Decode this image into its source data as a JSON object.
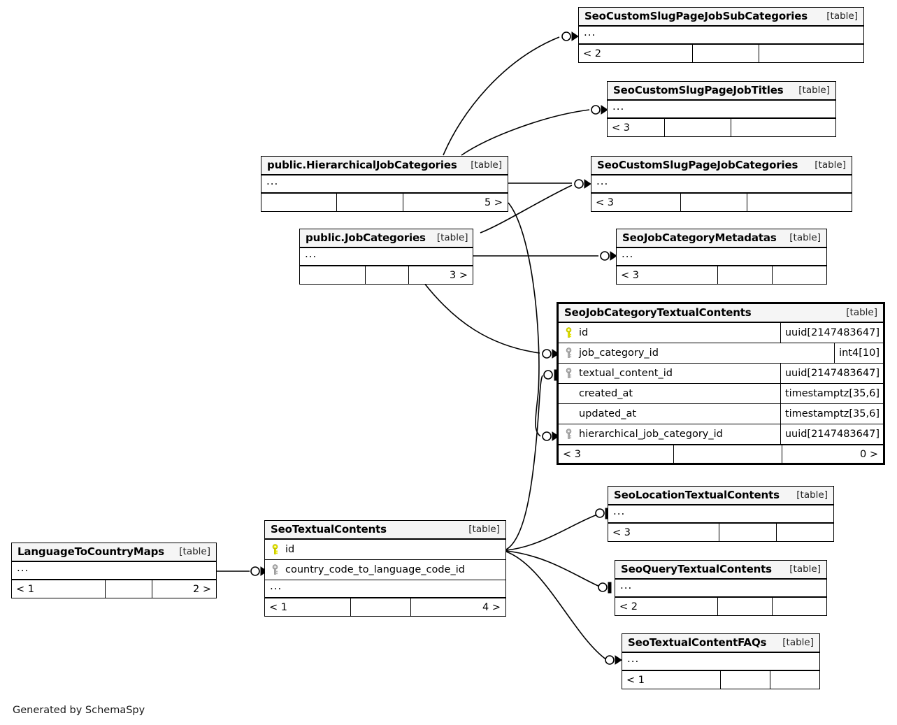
{
  "diagram": {
    "kind": "schemaspy-relationships",
    "credit": "Generated by SchemaSpy",
    "table_tag": "[table]",
    "ellipsis": "...",
    "colors": {
      "background": "#ffffff",
      "table_header_fill": "#f5f5f5",
      "border": "#000000",
      "primary_key_icon": "#e8e800",
      "foreign_key_icon": "#a9a9a9",
      "edge": "#000000"
    }
  },
  "tables": [
    {
      "id": "seo_custom_slug_page_job_sub_categories",
      "name": "SeoCustomSlugPageJobSubCategories",
      "tag": "[table]",
      "collapsed": true,
      "footer": {
        "left": "< 2",
        "middle": "",
        "right": ""
      }
    },
    {
      "id": "seo_custom_slug_page_job_titles",
      "name": "SeoCustomSlugPageJobTitles",
      "tag": "[table]",
      "collapsed": true,
      "footer": {
        "left": "< 3",
        "middle": "",
        "right": ""
      }
    },
    {
      "id": "public_hierarchical_job_categories",
      "name": "public.HierarchicalJobCategories",
      "tag": "[table]",
      "collapsed": true,
      "footer": {
        "left": "",
        "middle": "",
        "right": "5 >"
      }
    },
    {
      "id": "seo_custom_slug_page_job_categories",
      "name": "SeoCustomSlugPageJobCategories",
      "tag": "[table]",
      "collapsed": true,
      "footer": {
        "left": "< 3",
        "middle": "",
        "right": ""
      }
    },
    {
      "id": "public_job_categories",
      "name": "public.JobCategories",
      "tag": "[table]",
      "collapsed": true,
      "footer": {
        "left": "",
        "middle": "",
        "right": "3 >"
      }
    },
    {
      "id": "seo_job_category_metadatas",
      "name": "SeoJobCategoryMetadatas",
      "tag": "[table]",
      "collapsed": true,
      "footer": {
        "left": "< 3",
        "middle": "",
        "right": ""
      }
    },
    {
      "id": "seo_job_category_textual_contents",
      "name": "SeoJobCategoryTextualContents",
      "tag": "[table]",
      "collapsed": false,
      "focused": true,
      "columns": [
        {
          "key": "primary",
          "name": "id",
          "type": "uuid[2147483647]"
        },
        {
          "key": "foreign",
          "name": "job_category_id",
          "type": "int4[10]"
        },
        {
          "key": "foreign",
          "name": "textual_content_id",
          "type": "uuid[2147483647]"
        },
        {
          "key": "none",
          "name": "created_at",
          "type": "timestamptz[35,6]"
        },
        {
          "key": "none",
          "name": "updated_at",
          "type": "timestamptz[35,6]"
        },
        {
          "key": "foreign",
          "name": "hierarchical_job_category_id",
          "type": "uuid[2147483647]"
        }
      ],
      "footer": {
        "left": "< 3",
        "middle": "",
        "right": "0 >"
      }
    },
    {
      "id": "seo_location_textual_contents",
      "name": "SeoLocationTextualContents",
      "tag": "[table]",
      "collapsed": true,
      "footer": {
        "left": "< 3",
        "middle": "",
        "right": ""
      }
    },
    {
      "id": "seo_textual_contents",
      "name": "SeoTextualContents",
      "tag": "[table]",
      "collapsed": false,
      "columns": [
        {
          "key": "primary",
          "name": "id"
        },
        {
          "key": "foreign",
          "name": "country_code_to_language_code_id"
        }
      ],
      "has_ellipsis_row": true,
      "footer": {
        "left": "< 1",
        "middle": "",
        "right": "4 >"
      }
    },
    {
      "id": "seo_query_textual_contents",
      "name": "SeoQueryTextualContents",
      "tag": "[table]",
      "collapsed": true,
      "footer": {
        "left": "< 2",
        "middle": "",
        "right": ""
      }
    },
    {
      "id": "language_to_country_maps",
      "name": "LanguageToCountryMaps",
      "tag": "[table]",
      "collapsed": true,
      "footer": {
        "left": "< 1",
        "middle": "",
        "right": "2 >"
      }
    },
    {
      "id": "seo_textual_content_faqs",
      "name": "SeoTextualContentFAQs",
      "tag": "[table]",
      "collapsed": true,
      "footer": {
        "left": "< 1",
        "middle": "",
        "right": ""
      }
    }
  ],
  "relationships": [
    {
      "from": "public.HierarchicalJobCategories",
      "to": "SeoCustomSlugPageJobSubCategories",
      "cardinality": "zero-or-many"
    },
    {
      "from": "public.HierarchicalJobCategories",
      "to": "SeoCustomSlugPageJobTitles",
      "cardinality": "zero-or-many"
    },
    {
      "from": "public.HierarchicalJobCategories",
      "to": "SeoCustomSlugPageJobCategories",
      "cardinality": "zero-or-many"
    },
    {
      "from": "public.HierarchicalJobCategories",
      "to": "SeoJobCategoryTextualContents.hierarchical_job_category_id",
      "cardinality": "zero-or-many"
    },
    {
      "from": "public.JobCategories",
      "to": "SeoCustomSlugPageJobCategories",
      "cardinality": "zero-or-many"
    },
    {
      "from": "public.JobCategories",
      "to": "SeoJobCategoryMetadatas",
      "cardinality": "zero-or-many"
    },
    {
      "from": "public.JobCategories",
      "to": "SeoJobCategoryTextualContents.job_category_id",
      "cardinality": "zero-or-many"
    },
    {
      "from": "SeoTextualContents",
      "to": "SeoJobCategoryTextualContents.textual_content_id",
      "cardinality": "zero-or-one"
    },
    {
      "from": "SeoTextualContents",
      "to": "SeoLocationTextualContents",
      "cardinality": "zero-or-one"
    },
    {
      "from": "SeoTextualContents",
      "to": "SeoQueryTextualContents",
      "cardinality": "zero-or-one"
    },
    {
      "from": "SeoTextualContents",
      "to": "SeoTextualContentFAQs",
      "cardinality": "zero-or-many"
    },
    {
      "from": "LanguageToCountryMaps",
      "to": "SeoTextualContents.country_code_to_language_code_id",
      "cardinality": "zero-or-many"
    }
  ]
}
